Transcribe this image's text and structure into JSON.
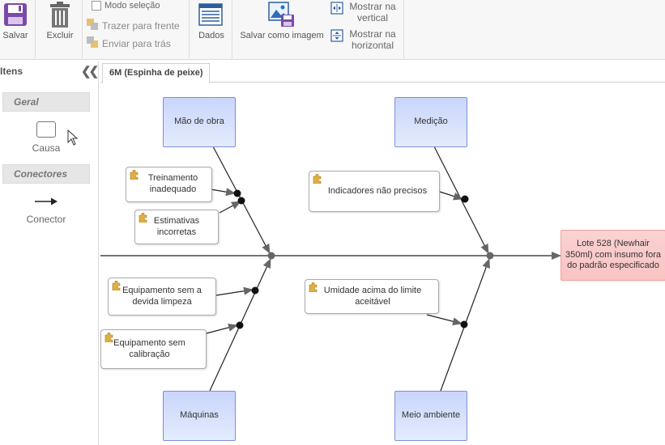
{
  "toolbar": {
    "save": "Salvar",
    "delete": "Excluir",
    "selection_mode": "Modo seleção",
    "bring_front": "Trazer para frente",
    "send_back": "Enviar para trás",
    "data": "Dados",
    "save_image": "Salvar como imagem",
    "show_vertical": [
      "Mostrar na",
      "vertical"
    ],
    "show_horizontal": [
      "Mostrar na",
      "horizontal"
    ]
  },
  "sidebar": {
    "title": "Itens",
    "collapse_icon": "double-chevron-left",
    "general_section": "Geral",
    "cause_tool": "Causa",
    "connectors_section": "Conectores",
    "connector_tool": "Conector"
  },
  "tab": {
    "label": "6M (Espinha de peixe)"
  },
  "diagram": {
    "effect": "Lote 528 (Newhair 350ml) com insumo fora do padrão especificado",
    "categories": {
      "mao_de_obra": "Mão de obra",
      "medicao": "Medição",
      "maquinas": "Máquinas",
      "meio_ambiente": "Meio ambiente"
    },
    "causes": {
      "treinamento": "Treinamento inadequado",
      "estimativas": "Estimativas incorretas",
      "indicadores": "Indicadores não precisos",
      "equip_limpeza": "Equipamento sem a devida limpeza",
      "equip_calibracao": "Equipamento sem calibração",
      "umidade": "Umidade acima do limite aceitável"
    }
  },
  "colors": {
    "category_fill": "#d6e0fc",
    "category_border": "#7a8fe0",
    "effect_fill": "#fbd0d0",
    "line": "#222222",
    "arrow": "#666666"
  }
}
